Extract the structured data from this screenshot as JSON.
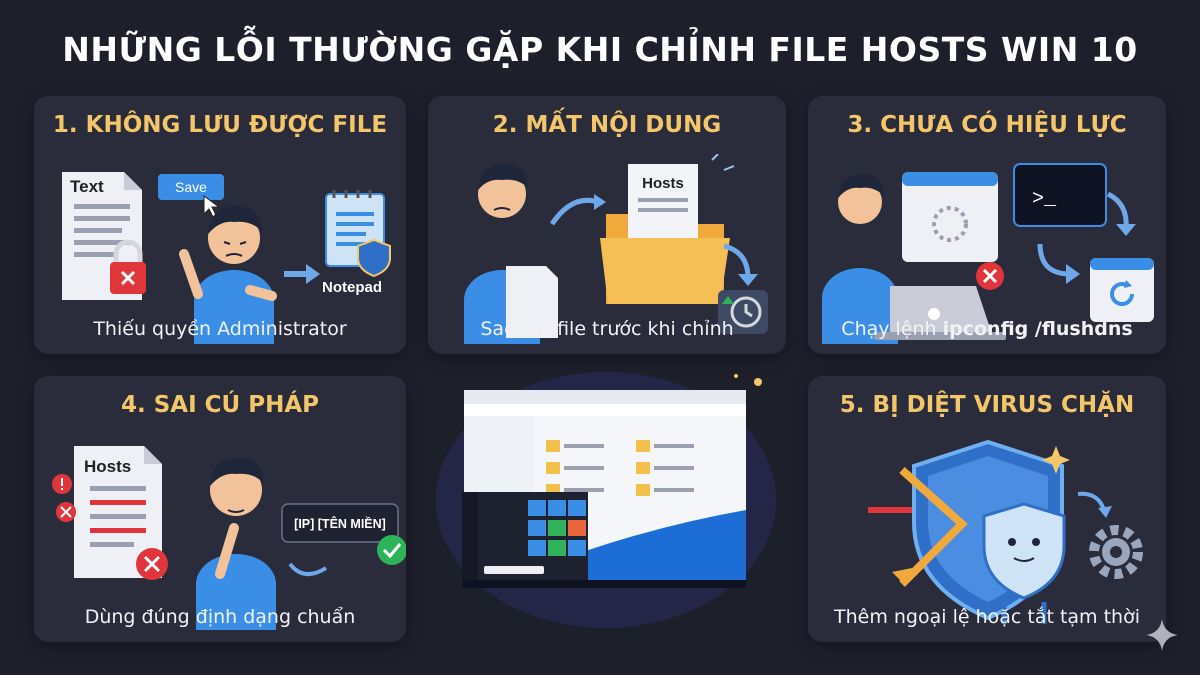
{
  "title": "NHỮNG LỖI THƯỜNG GẶP KHI CHỈNH FILE HOSTS WIN 10",
  "cards": [
    {
      "heading": "1. KHÔNG LƯU ĐƯỢC FILE",
      "caption": "Thiếu quyền Administrator",
      "labels": {
        "doc": "Text",
        "button": "Save",
        "app": "Notepad"
      }
    },
    {
      "heading": "2. MẤT NỘI DUNG",
      "caption": "Sao lưu file trước khi chỉnh",
      "labels": {
        "file": "Hosts"
      }
    },
    {
      "heading": "3. CHƯA CÓ HIỆU LỰC",
      "caption_prefix": "Chạy lệnh ",
      "caption_command": "ipconfig /flushdns",
      "labels": {
        "terminal": ">_"
      }
    },
    {
      "heading": "4. SAI CÚ PHÁP",
      "caption": "Dùng đúng định dạng chuẩn",
      "labels": {
        "file": "Hosts",
        "format": "[IP] [TÊN MIỀN]"
      }
    },
    {
      "heading": "5. BỊ DIỆT VIRUS CHẶN",
      "caption": "Thêm ngoại lệ hoặc tắt tạm thời"
    }
  ],
  "colors": {
    "background": "#1d1f2b",
    "card": "#2a2c3b",
    "heading": "#f4c66a",
    "blue": "#3a8ee6",
    "red": "#e0353b",
    "green": "#2fb35a"
  }
}
